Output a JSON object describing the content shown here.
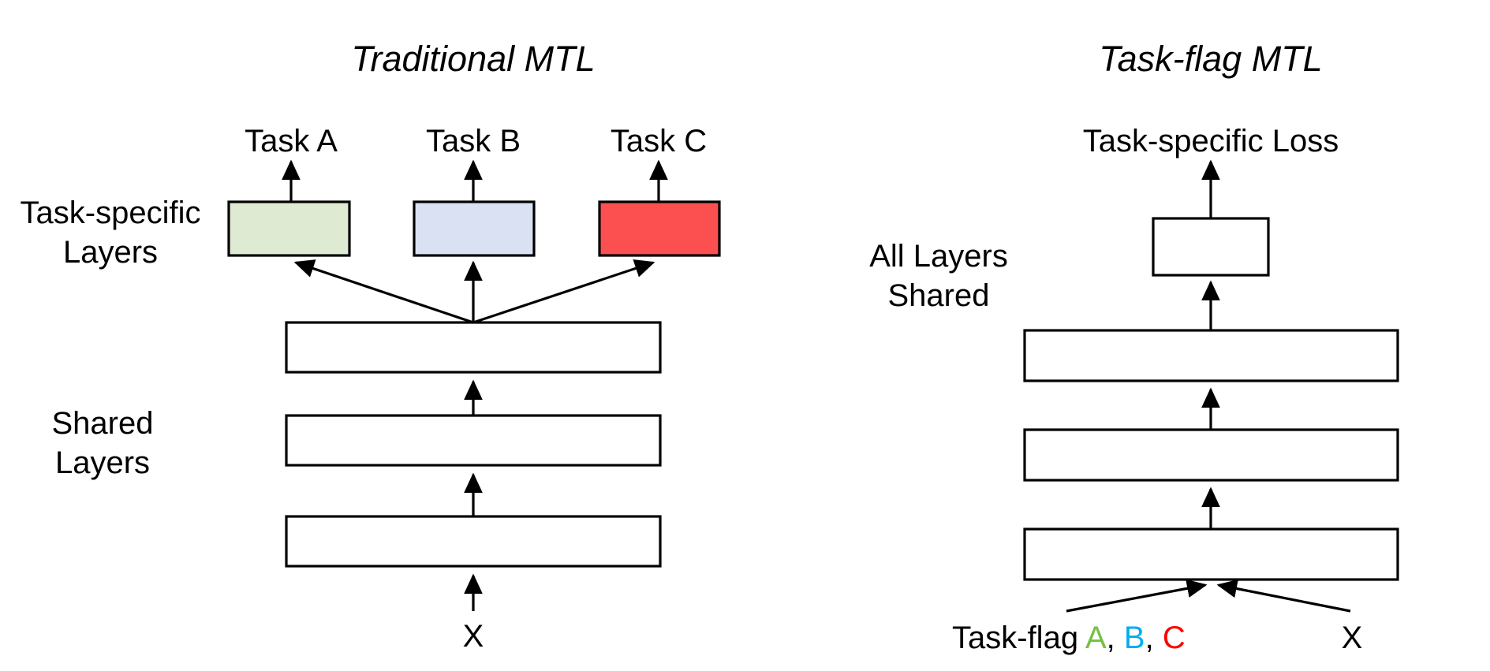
{
  "figure": {
    "background": "#ffffff",
    "colors": {
      "task_a": "#76c143",
      "task_b": "#00aef0",
      "task_c": "#ff0000",
      "box_green_fill": "#dfead3",
      "box_blue_fill": "#dae1f3",
      "box_red_fill": "#fc5050",
      "stroke": "#000000",
      "text": "#000000"
    }
  },
  "left_panel": {
    "title": "Traditional MTL",
    "outputs": [
      {
        "label": "Task A",
        "color": "#76c143"
      },
      {
        "label": "Task B",
        "color": "#00aef0"
      },
      {
        "label": "Task C",
        "color": "#ff0000"
      }
    ],
    "side_labels": {
      "task_specific_line1": "Task-specific",
      "task_specific_line2": "Layers",
      "shared_line1": "Shared",
      "shared_line2": "Layers"
    },
    "task_specific_boxes": [
      {
        "name": "task-a-layer",
        "fill": "#dfead3"
      },
      {
        "name": "task-b-layer",
        "fill": "#dae1f3"
      },
      {
        "name": "task-c-layer",
        "fill": "#fc5050"
      }
    ],
    "shared_boxes": [
      {
        "name": "shared-layer-3",
        "fill": "#ffffff"
      },
      {
        "name": "shared-layer-2",
        "fill": "#ffffff"
      },
      {
        "name": "shared-layer-1",
        "fill": "#ffffff"
      }
    ],
    "input_label": "X"
  },
  "right_panel": {
    "title": "Task-flag MTL",
    "output_label": "Task-specific Loss",
    "side_labels": {
      "all_layers_line1": "All Layers",
      "all_layers_line2": "Shared"
    },
    "head_box": {
      "name": "task-specific-head",
      "fill": "#ffffff"
    },
    "shared_boxes": [
      {
        "name": "shared-layer-3",
        "fill": "#ffffff"
      },
      {
        "name": "shared-layer-2",
        "fill": "#ffffff"
      },
      {
        "name": "shared-layer-1",
        "fill": "#ffffff"
      }
    ],
    "inputs": {
      "task_flag_prefix": "Task-flag ",
      "flag_a": "A",
      "sep_1": ", ",
      "flag_b": "B",
      "sep_2": ", ",
      "flag_c": "C",
      "data_label": "X"
    }
  }
}
